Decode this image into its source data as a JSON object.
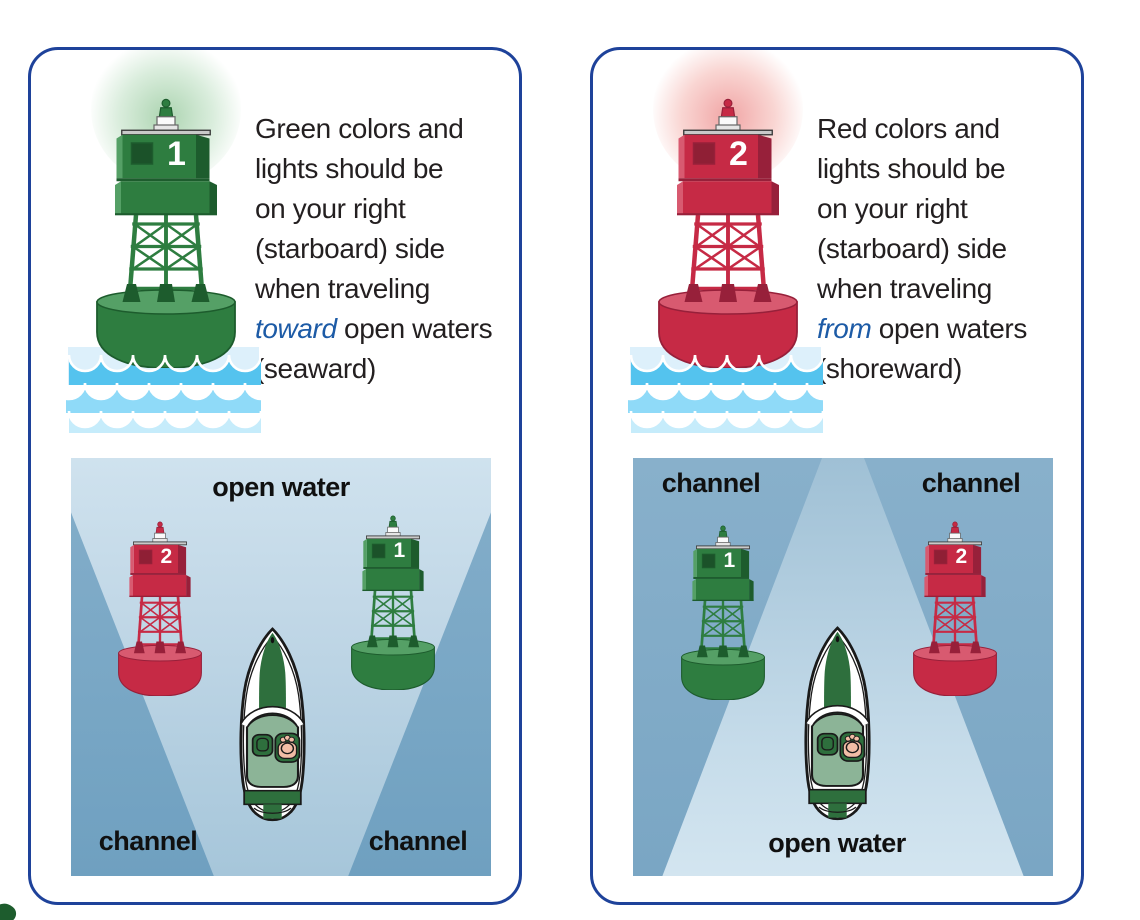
{
  "colors": {
    "card_border": "#1e429a",
    "text": "#231f20",
    "accent_blue": "#1d5ba6",
    "buoy_green_main": "#2e7d40",
    "buoy_green_dark": "#1d5c2d",
    "buoy_green_light": "#55a066",
    "buoy_green_window": "#1b5229",
    "buoy_red_main": "#c62a45",
    "buoy_red_dark": "#97203a",
    "buoy_red_light": "#d85a70",
    "buoy_red_window": "#8f1f35",
    "water_light": "#ddf0fb",
    "wave_1": "#54c3ee",
    "wave_2": "#8fdaf8",
    "wave_3": "#c6ecfb",
    "boat_green": "#2e6f3d",
    "boat_sage": "#8cb497",
    "boat_skin": "#f2bda6"
  },
  "panels": [
    {
      "buoy": {
        "number": "1",
        "variant": "green"
      },
      "text": {
        "lines": [
          "Green colors and",
          "lights should be",
          "on your right",
          "(starboard) side",
          "when traveling"
        ],
        "emphasis": "toward",
        "after_emphasis": "open waters",
        "tail": "(seaward)"
      },
      "diagram": {
        "top_center_label": "open water",
        "bottom_left_label": "channel",
        "bottom_right_label": "channel",
        "left_buoy": {
          "number": "2",
          "variant": "red"
        },
        "right_buoy": {
          "number": "1",
          "variant": "green"
        }
      }
    },
    {
      "buoy": {
        "number": "2",
        "variant": "red"
      },
      "text": {
        "lines": [
          "Red colors and",
          "lights should be",
          "on your right",
          "(starboard) side",
          "when traveling"
        ],
        "emphasis": "from",
        "after_emphasis": "open waters",
        "tail": "(shoreward)"
      },
      "diagram": {
        "top_left_label": "channel",
        "top_right_label": "channel",
        "bottom_center_label": "open water",
        "left_buoy": {
          "number": "1",
          "variant": "green"
        },
        "right_buoy": {
          "number": "2",
          "variant": "red"
        }
      }
    }
  ]
}
